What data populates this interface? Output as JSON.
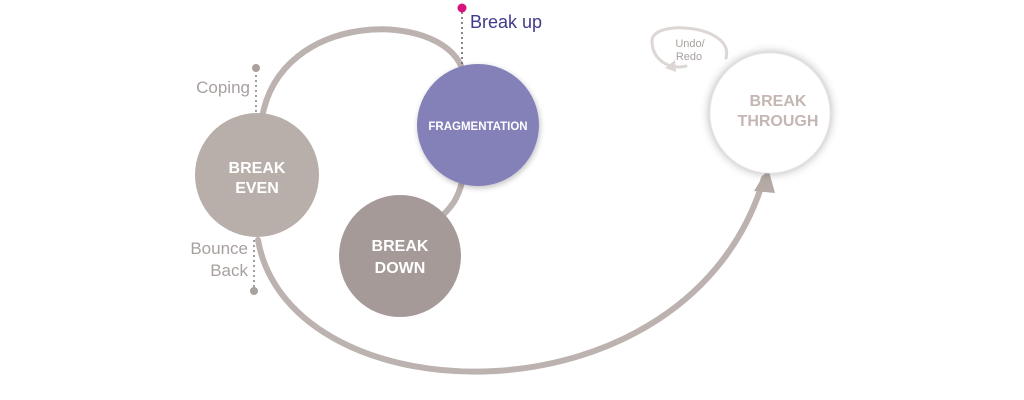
{
  "diagram": {
    "nodes": {
      "break_even": {
        "line1": "BREAK",
        "line2": "EVEN"
      },
      "break_down": {
        "line1": "BREAK",
        "line2": "DOWN"
      },
      "fragmentation": {
        "label": "FRAGMENTATION"
      },
      "break_through": {
        "line1": "BREAK",
        "line2": "THROUGH"
      }
    },
    "labels": {
      "coping": "Coping",
      "bounce_line1": "Bounce",
      "bounce_line2": "Back",
      "break_up": "Break up",
      "undo_line1": "Undo/",
      "undo_line2": "Redo"
    },
    "colors": {
      "break_even": "#b8aeaa",
      "break_down": "#a59a97",
      "fragmentation": "#8480b8",
      "break_through_text": "#c4b6b2",
      "curve": "#bcb2af",
      "accent": "#d6137b",
      "break_up_text": "#3f3a8c",
      "label_text": "#a7a09e"
    }
  }
}
